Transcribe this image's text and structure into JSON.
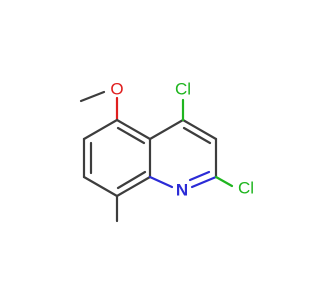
{
  "molecule": {
    "atoms": {
      "o_label": "O",
      "cl_top_label": "Cl",
      "cl_right_label": "Cl",
      "n_label": "N"
    },
    "colors": {
      "bond": "#3d3d3d",
      "oxygen": "#e01f1f",
      "chlorine": "#1fb51f",
      "nitrogen": "#2b2bd6"
    }
  }
}
